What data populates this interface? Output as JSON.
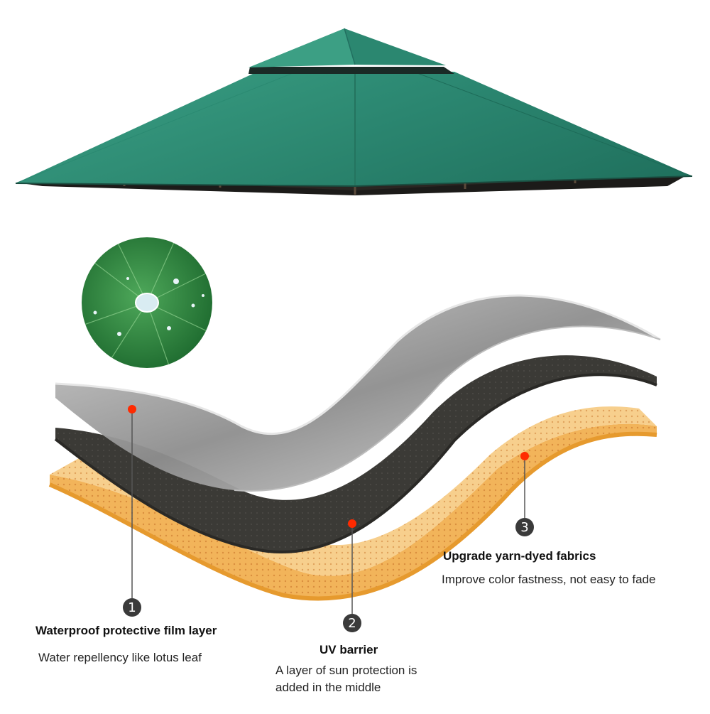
{
  "colors": {
    "canopy": "#2f8e77",
    "canopy_dark": "#1d6b58",
    "film_layer": "#9a9a9a",
    "uv_layer": "#3b3a36",
    "fabric_layer": "#f2b45a",
    "marker": "#ff2a00",
    "badge": "#3a3a3a"
  },
  "layers": [
    {
      "number": "1",
      "title": "Waterproof protective film layer",
      "description": "Water repellency like lotus leaf"
    },
    {
      "number": "2",
      "title": "UV barrier",
      "description_lines": [
        "A layer of sun protection is",
        "added in the middle"
      ]
    },
    {
      "number": "3",
      "title": "Upgrade yarn-dyed fabrics",
      "description": "Improve color fastness, not easy to fade"
    }
  ]
}
